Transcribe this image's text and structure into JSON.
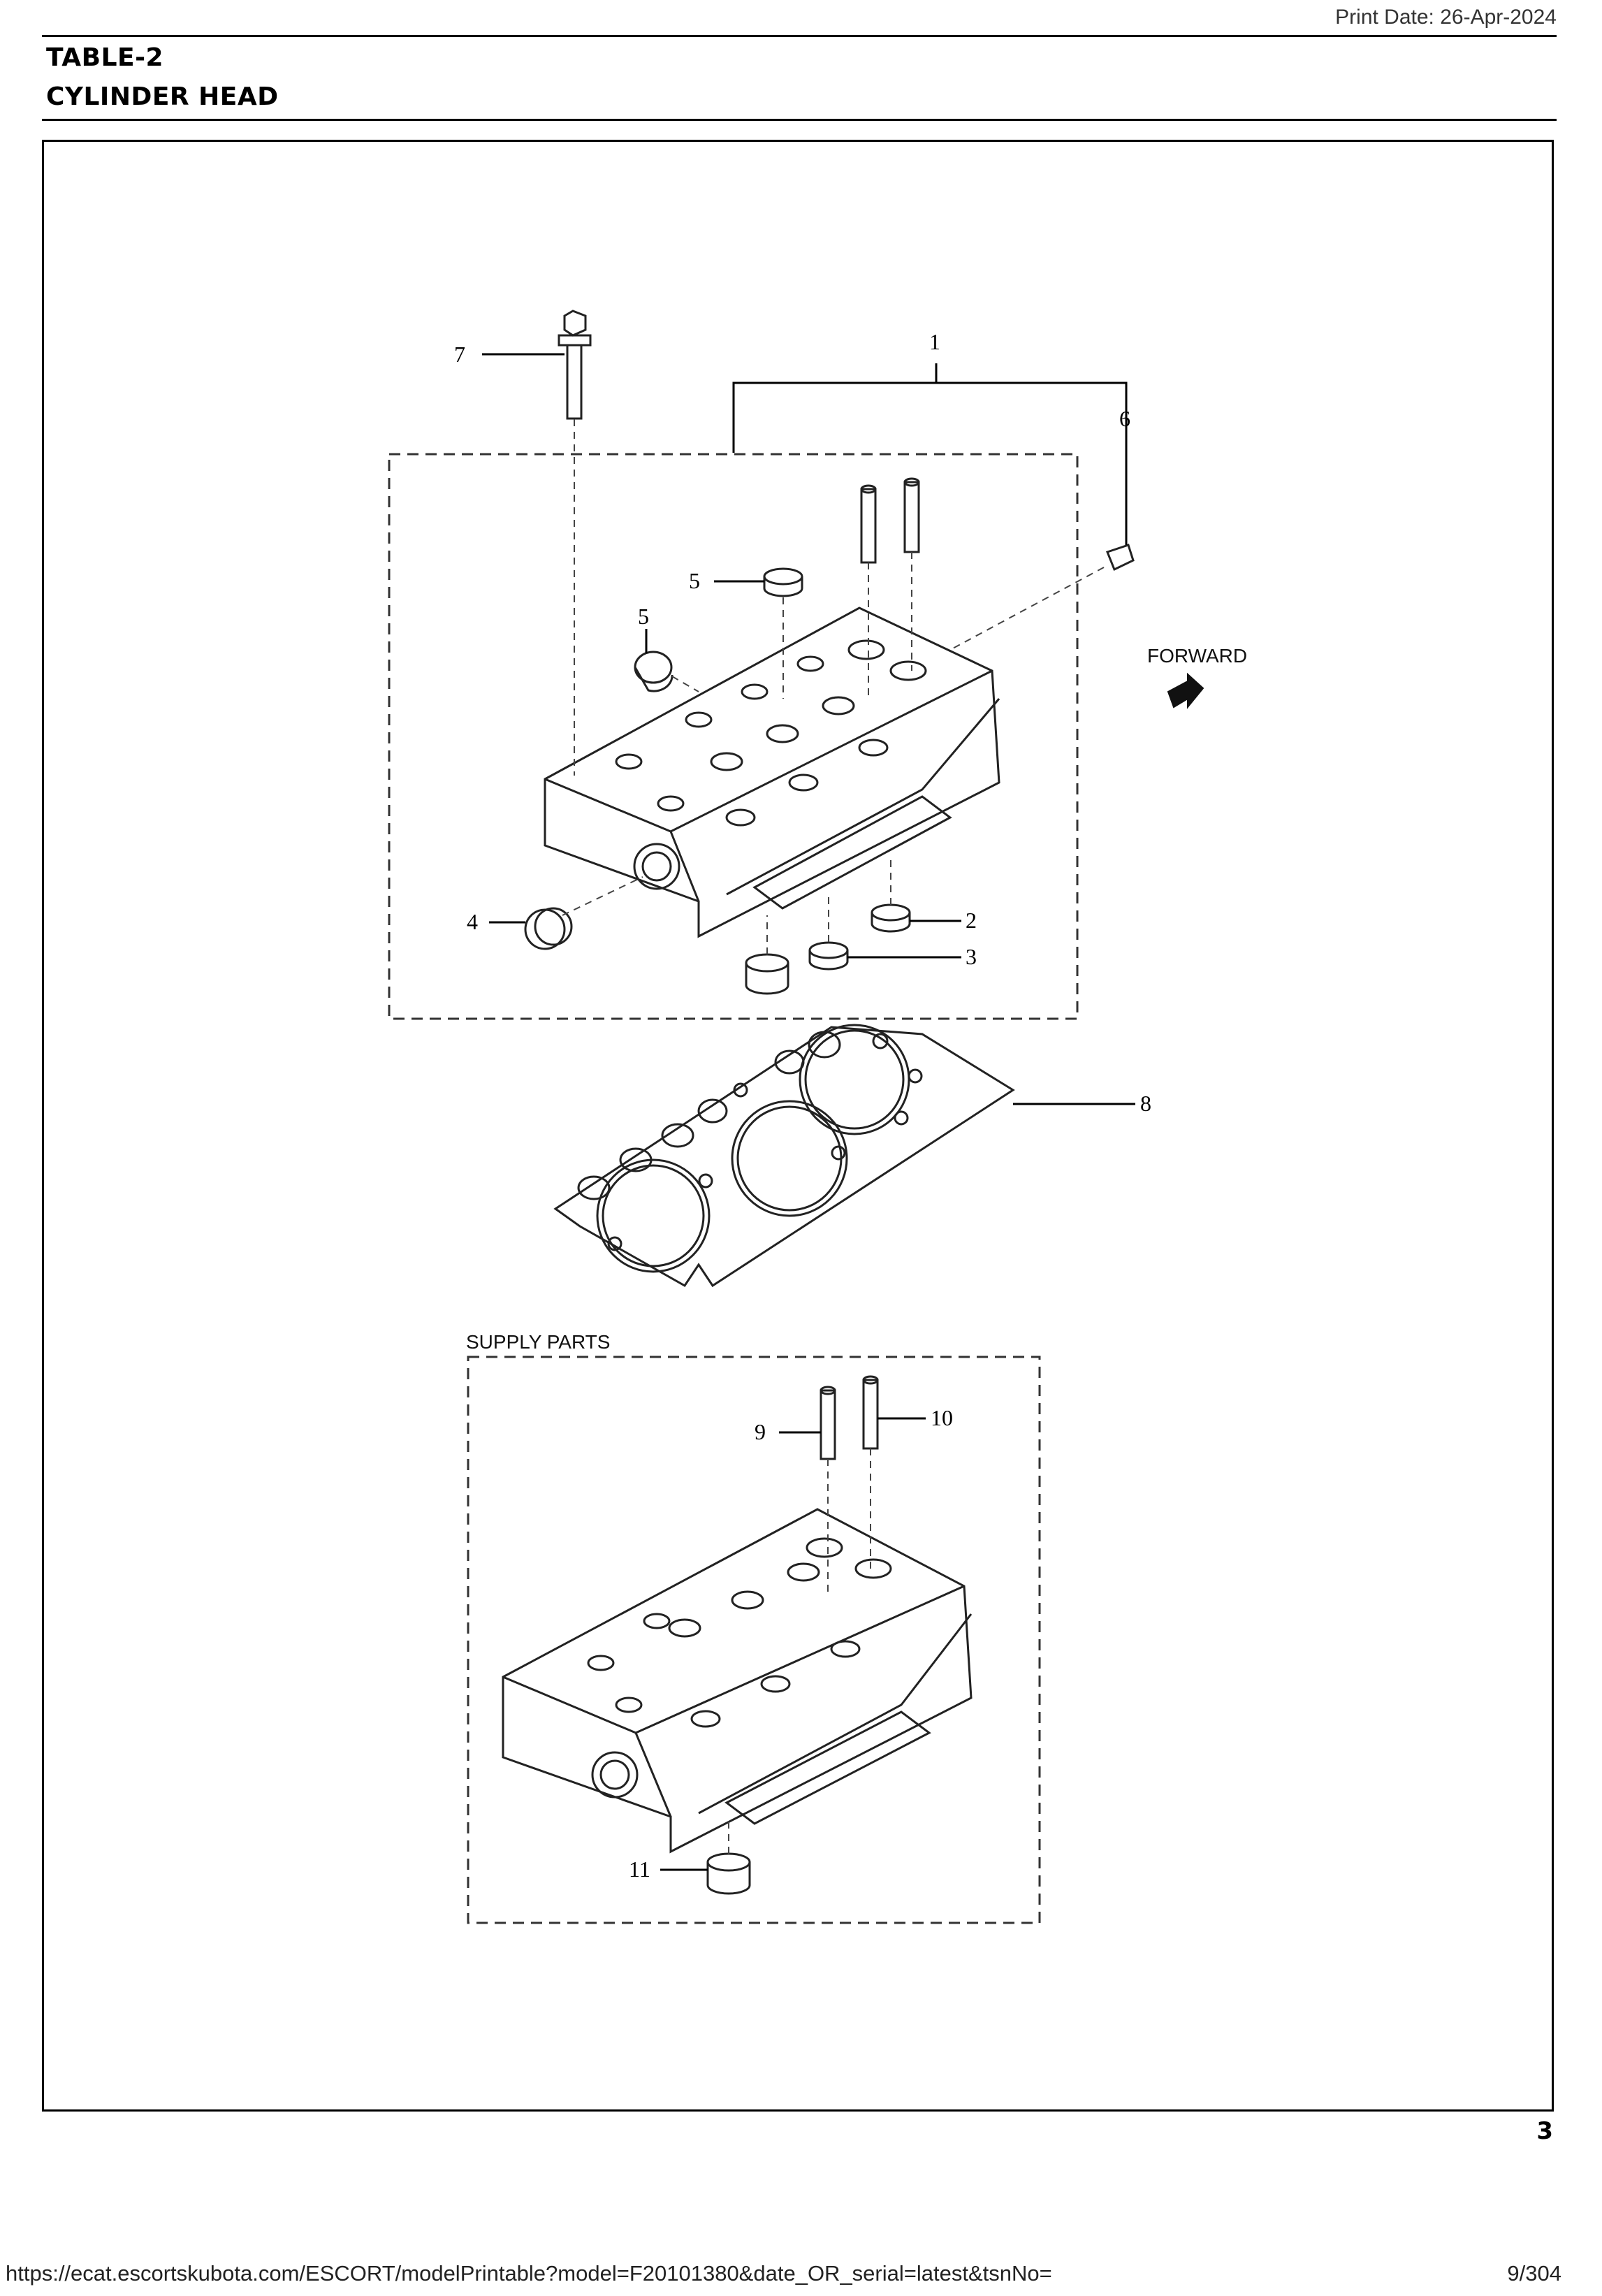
{
  "header": {
    "print_date": "Print Date: 26-Apr-2024",
    "table_label": "TABLE-2",
    "title": "CYLINDER HEAD"
  },
  "diagram": {
    "forward_label": "FORWARD",
    "supply_parts_label": "SUPPLY PARTS",
    "callouts": {
      "c1": "1",
      "c2": "2",
      "c3": "3",
      "c4": "4",
      "c5a": "5",
      "c5b": "5",
      "c6": "6",
      "c7": "7",
      "c8": "8",
      "c9": "9",
      "c10": "10",
      "c11": "11"
    }
  },
  "footer": {
    "page_number": "3",
    "url": "https://ecat.escortskubota.com/ESCORT/modelPrintable?model=F20101380&date_OR_serial=latest&tsnNo=",
    "page_count": "9/304"
  }
}
